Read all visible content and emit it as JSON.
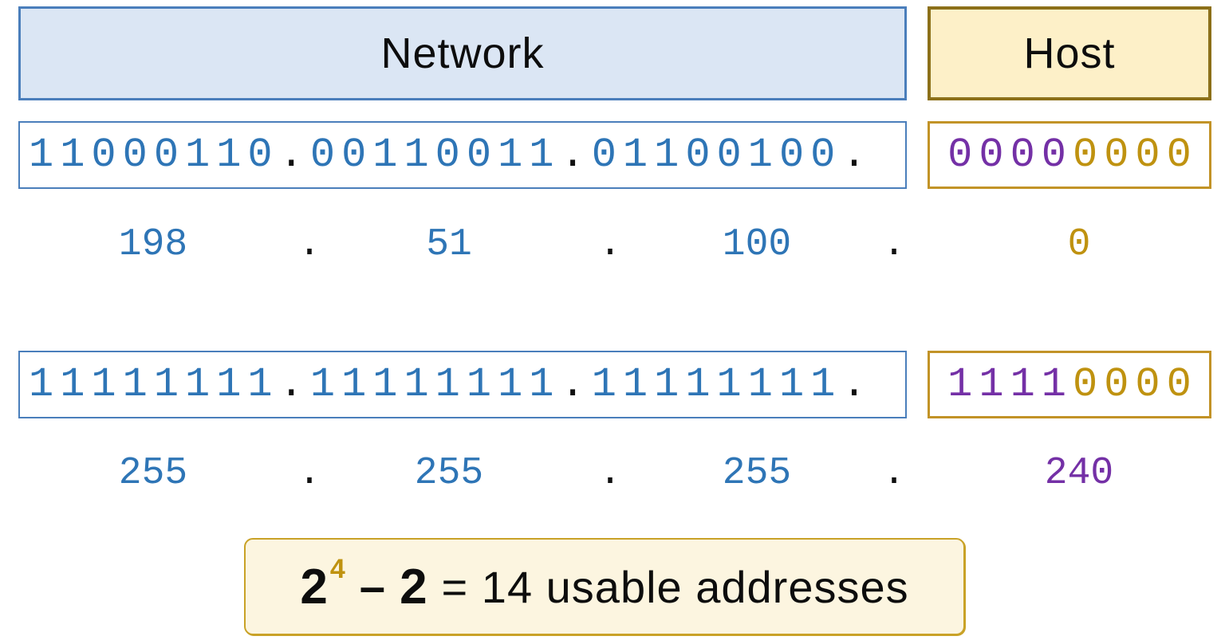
{
  "headers": {
    "network_label": "Network",
    "host_label": "Host"
  },
  "dot": ".",
  "ip": {
    "binary_octets": [
      "11000110",
      "00110011",
      "01100100"
    ],
    "host_subnet_bits": "0000",
    "host_host_bits": "0000",
    "decimal": [
      "198",
      "51",
      "100",
      "0"
    ]
  },
  "mask": {
    "binary_octets": [
      "11111111",
      "11111111",
      "11111111"
    ],
    "host_subnet_bits": "1111",
    "host_host_bits": "0000",
    "decimal": [
      "255",
      "255",
      "255",
      "240"
    ]
  },
  "formula": {
    "base": "2",
    "exponent": "4",
    "operator": "–",
    "subtrahend": "2",
    "result_text": "= 14 usable addresses"
  },
  "colors": {
    "digit-blue": "#2e75b6",
    "bit-purple": "#7430a6",
    "bit-gold": "#bf9210",
    "network-fill": "#dbe6f4",
    "network-border": "#4a7ebb",
    "host-fill": "#fdf0c8",
    "host-border-dark": "#8c7019",
    "host-border-light": "#c29327",
    "formula-fill": "#fcf5e0",
    "formula-border": "#c9a227"
  }
}
